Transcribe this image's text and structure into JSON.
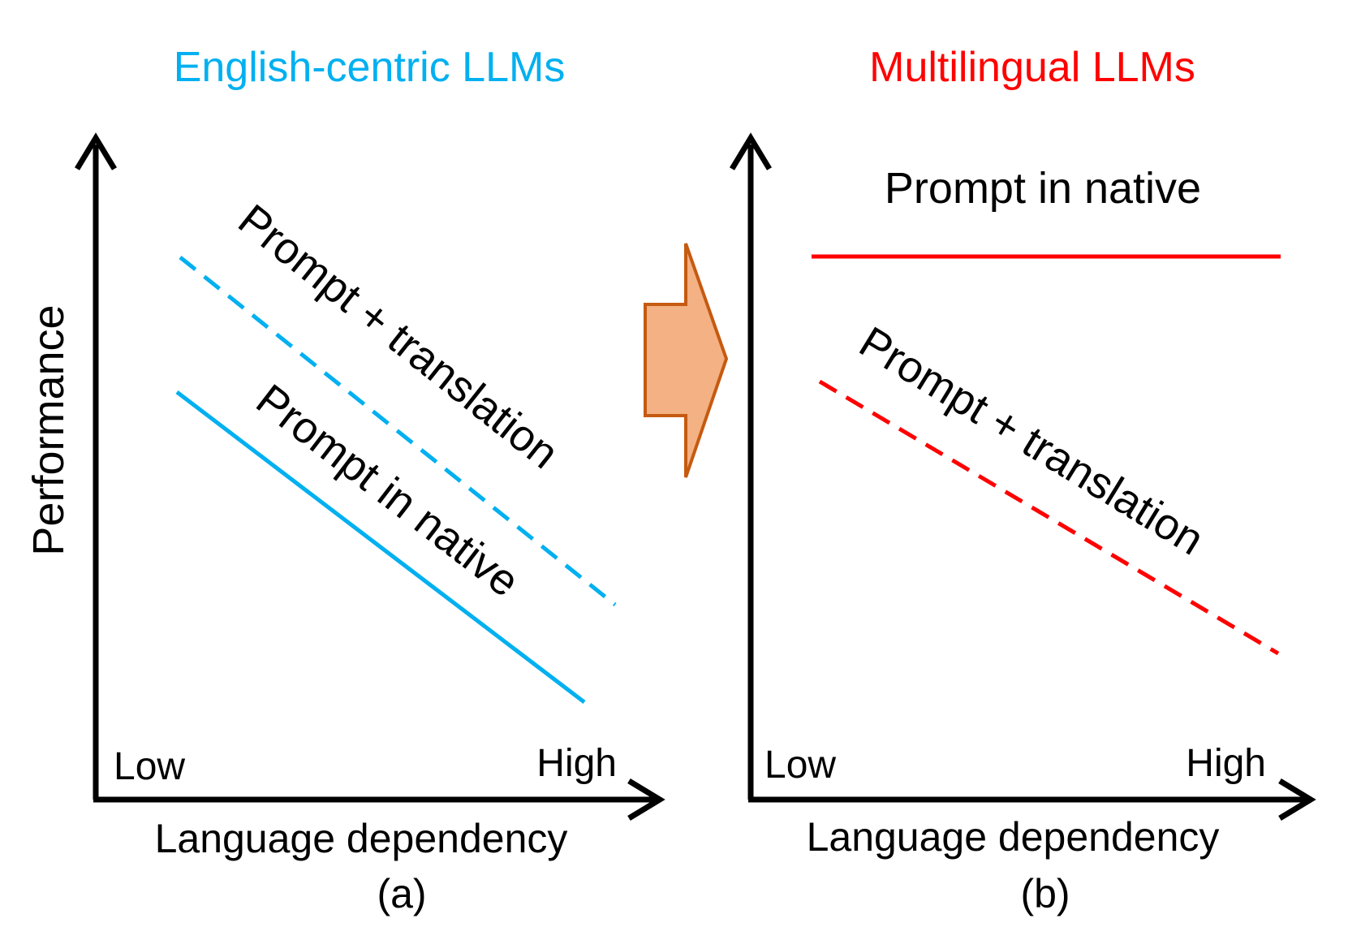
{
  "panels": {
    "a": {
      "title": "English-centric LLMs",
      "title_color": "#00B0F0",
      "ylabel": "Performance",
      "xlabel": "Language dependency",
      "x_low": "Low",
      "x_high": "High",
      "caption": "(a)",
      "line_color": "#00B0F0",
      "translation_label": "Prompt + translation",
      "native_label": "Prompt in native"
    },
    "b": {
      "title": "Multilingual LLMs",
      "title_color": "#FF0000",
      "xlabel": "Language dependency",
      "x_low": "Low",
      "x_high": "High",
      "caption": "(b)",
      "line_color": "#FF0000",
      "native_label": "Prompt in native",
      "translation_label": "Prompt + translation"
    }
  },
  "arrow": {
    "fill": "#F4B183",
    "stroke": "#C55A11"
  }
}
